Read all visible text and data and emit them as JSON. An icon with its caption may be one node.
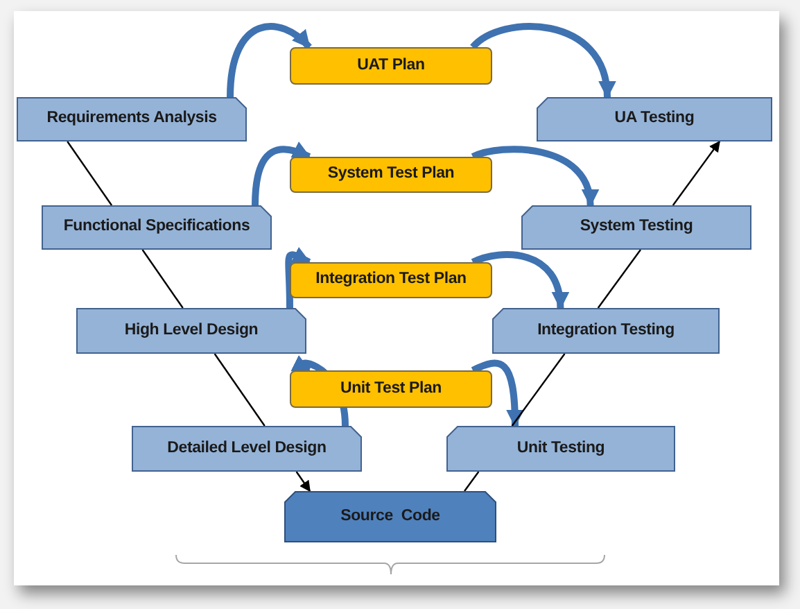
{
  "diagram": {
    "nodes": [
      {
        "text": [
          "Requirements Analysis"
        ]
      },
      {
        "text": [
          "UAT Plan"
        ]
      },
      {
        "text": [
          "UA Testing"
        ]
      },
      {
        "text": [
          "Functional Specifications"
        ]
      },
      {
        "text": [
          "System Test Plan"
        ]
      },
      {
        "text": [
          "System Testing"
        ]
      },
      {
        "text": [
          "High Level Design"
        ]
      },
      {
        "text": [
          "Integration Test Plan"
        ]
      },
      {
        "text": [
          "Integration Testing"
        ]
      },
      {
        "text": [
          "Unit Test Plan"
        ]
      },
      {
        "text": [
          "Detailed Level Design"
        ]
      },
      {
        "text": [
          "Unit Testing"
        ]
      },
      {
        "text": [
          "Source  Code"
        ]
      }
    ],
    "edges": [
      {
        "from": 0,
        "to": 1,
        "arrow": "to",
        "style": "thick",
        "color": "#3f72b0"
      },
      {
        "from": 1,
        "to": 2,
        "arrow": "to",
        "style": "thick",
        "color": "#3f72b0"
      },
      {
        "from": 3,
        "to": 4,
        "arrow": "to",
        "style": "thick",
        "color": "#3f72b0"
      },
      {
        "from": 4,
        "to": 5,
        "arrow": "to",
        "style": "thick",
        "color": "#3f72b0"
      },
      {
        "from": 6,
        "to": 7,
        "arrow": "to",
        "style": "thick",
        "color": "#3f72b0"
      },
      {
        "from": 7,
        "to": 8,
        "arrow": "to",
        "style": "thick",
        "color": "#3f72b0"
      },
      {
        "from": 10,
        "to": 9,
        "arrow": "to",
        "style": "thick",
        "color": "#3f72b0"
      },
      {
        "from": 9,
        "to": 11,
        "arrow": "to",
        "style": "thick",
        "color": "#3f72b0"
      },
      {
        "from": 0,
        "to": 3,
        "arrow": "none",
        "color": "#000000"
      },
      {
        "from": 3,
        "to": 6,
        "arrow": "none",
        "color": "#000000"
      },
      {
        "from": 6,
        "to": 10,
        "arrow": "none",
        "color": "#000000"
      },
      {
        "from": 10,
        "to": 12,
        "arrow": "to",
        "color": "#000000"
      },
      {
        "from": 12,
        "to": 11,
        "arrow": "none",
        "color": "#000000"
      },
      {
        "from": 11,
        "to": 8,
        "arrow": "none",
        "color": "#000000"
      },
      {
        "from": 8,
        "to": 5,
        "arrow": "none",
        "color": "#000000"
      },
      {
        "from": 5,
        "to": 2,
        "arrow": "to",
        "color": "#000000"
      }
    ]
  }
}
